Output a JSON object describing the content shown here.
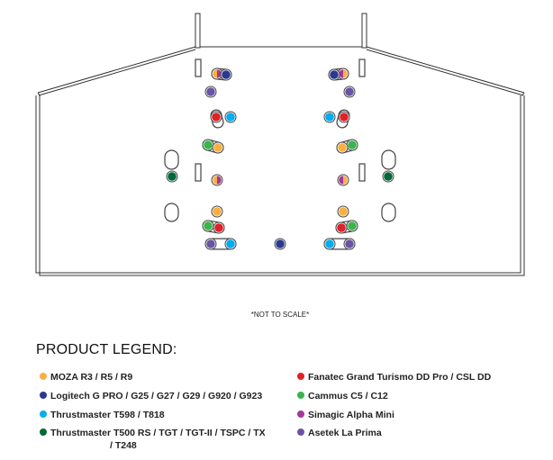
{
  "note": "*NOT TO SCALE*",
  "legend": {
    "title": "PRODUCT LEGEND:",
    "left": [
      {
        "key": "moza",
        "label": "MOZA R3 / R5 / R9",
        "color": "#f9b042"
      },
      {
        "key": "logitech",
        "label": "Logitech G PRO / G25 / G27 / G29 / G920 / G923",
        "color": "#2b3990"
      },
      {
        "key": "tm598",
        "label": "Thrustmaster T598 / T818",
        "color": "#00aeef"
      },
      {
        "key": "tm500",
        "label": "Thrustmaster T500 RS / TGT / TGT-II / TSPC / TX",
        "label2": "/ T248",
        "color": "#006838"
      }
    ],
    "right": [
      {
        "key": "fanatec",
        "label": "Fanatec Grand Turismo DD Pro / CSL DD",
        "color": "#e02128"
      },
      {
        "key": "cammus",
        "label": "Cammus C5 / C12",
        "color": "#39b54a"
      },
      {
        "key": "simagic",
        "label": "Simagic Alpha Mini",
        "color": "#a3399b"
      },
      {
        "key": "asetek",
        "label": "Asetek La Prima",
        "color": "#6a55a4"
      }
    ]
  }
}
